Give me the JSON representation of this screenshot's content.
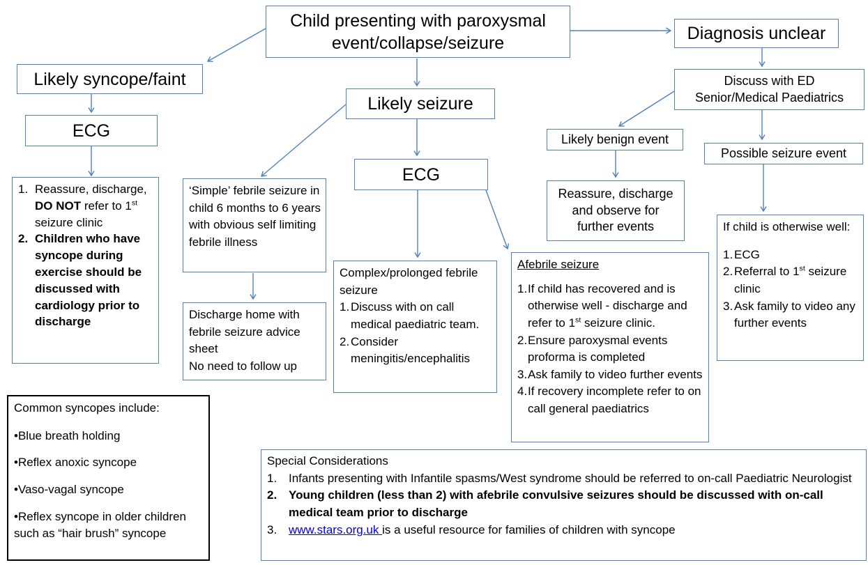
{
  "colors": {
    "box_border": "#4f81bd",
    "syncope_box_border": "#000000",
    "arrow": "#4f81bd",
    "link": "#0000EE",
    "text": "#000000"
  },
  "boxes": {
    "title": {
      "lines": [
        "Child presenting with paroxysmal",
        "event/collapse/seizure"
      ]
    },
    "diagnosis_unclear": {
      "text": "Diagnosis unclear"
    },
    "likely_syncope": {
      "text": "Likely syncope/faint"
    },
    "ecg_left": {
      "text": "ECG"
    },
    "syncope_actions": {
      "items": [
        {
          "label": "1.",
          "segments": [
            {
              "t": "Reassure, discharge, "
            },
            {
              "t": "DO NOT",
              "b": true
            },
            {
              "t": " refer to 1"
            },
            {
              "t": "st",
              "sup": true
            },
            {
              "t": " seizure clinic"
            }
          ]
        },
        {
          "label": "2.",
          "b": true,
          "segments": [
            {
              "t": "Children who have syncope during exercise should be discussed with cardiology prior to discharge"
            }
          ]
        }
      ]
    },
    "likely_seizure": {
      "text": "Likely seizure"
    },
    "ecg_mid": {
      "text": "ECG"
    },
    "simple_febrile": {
      "text": "‘Simple’ febrile seizure in child 6 months to 6 years with obvious self limiting febrile illness"
    },
    "discharge_home": {
      "lines": [
        "Discharge home with febrile seizure advice sheet",
        "No need to follow up"
      ]
    },
    "complex_febrile": {
      "heading": "Complex/prolonged febrile seizure",
      "items": [
        {
          "label": "1.",
          "segments": [
            {
              "t": "Discuss with on call medical paediatric team."
            }
          ]
        },
        {
          "label": "2.",
          "segments": [
            {
              "t": "Consider meningitis/encephalitis"
            }
          ]
        }
      ]
    },
    "afebrile": {
      "heading_rich": [
        [
          {
            "t": "Afebrile seizure",
            "u": true
          }
        ]
      ],
      "items": [
        {
          "label": "1.",
          "segments": [
            {
              "t": "If child has recovered and is otherwise well - discharge and refer to 1"
            },
            {
              "t": "st",
              "sup": true
            },
            {
              "t": " seizure clinic."
            }
          ]
        },
        {
          "label": "2.",
          "segments": [
            {
              "t": "Ensure paroxysmal events proforma is completed"
            }
          ]
        },
        {
          "label": "3.",
          "segments": [
            {
              "t": "Ask family to video further events"
            }
          ]
        },
        {
          "label": "4.",
          "segments": [
            {
              "t": "If recovery incomplete refer to on call general paediatrics"
            }
          ]
        }
      ]
    },
    "discuss_ed": {
      "lines": [
        "Discuss with ED",
        "Senior/Medical Paediatrics"
      ]
    },
    "likely_benign": {
      "text": "Likely benign event"
    },
    "reassure_observe": {
      "lines": [
        "Reassure, discharge",
        "and observe for",
        "further events"
      ]
    },
    "possible_seizure": {
      "text": "Possible seizure event"
    },
    "if_child_well": {
      "heading": "If child is otherwise well:",
      "items": [
        {
          "label": "1.",
          "segments": [
            {
              "t": "ECG"
            }
          ]
        },
        {
          "label": "2.",
          "segments": [
            {
              "t": "Referral to 1"
            },
            {
              "t": "st",
              "sup": true
            },
            {
              "t": " seizure clinic"
            }
          ]
        },
        {
          "label": "3.",
          "segments": [
            {
              "t": "Ask family to video any further events"
            }
          ]
        }
      ]
    },
    "common_syncopes": {
      "heading": "Common syncopes include:",
      "bullets": [
        "•Blue breath holding",
        "•Reflex anoxic syncope",
        "•Vaso-vagal syncope",
        "•Reflex syncope in older children such as “hair brush” syncope"
      ]
    },
    "special": {
      "heading": "Special Considerations",
      "items": [
        {
          "label": "1.",
          "segments": [
            {
              "t": "Infants presenting with Infantile spasms/West syndrome should be referred to on-call Paediatric Neurologist"
            }
          ]
        },
        {
          "label": "2.",
          "b": true,
          "segments": [
            {
              "t": "Young children (less than 2) with afebrile convulsive seizures should be discussed with on-call medical team prior to discharge"
            }
          ]
        },
        {
          "label": "3.",
          "segments": [
            {
              "t": "www.stars.org.uk ",
              "link": true,
              "u": true
            },
            {
              "t": "is a useful resource for families of children with syncope"
            }
          ]
        }
      ]
    }
  }
}
